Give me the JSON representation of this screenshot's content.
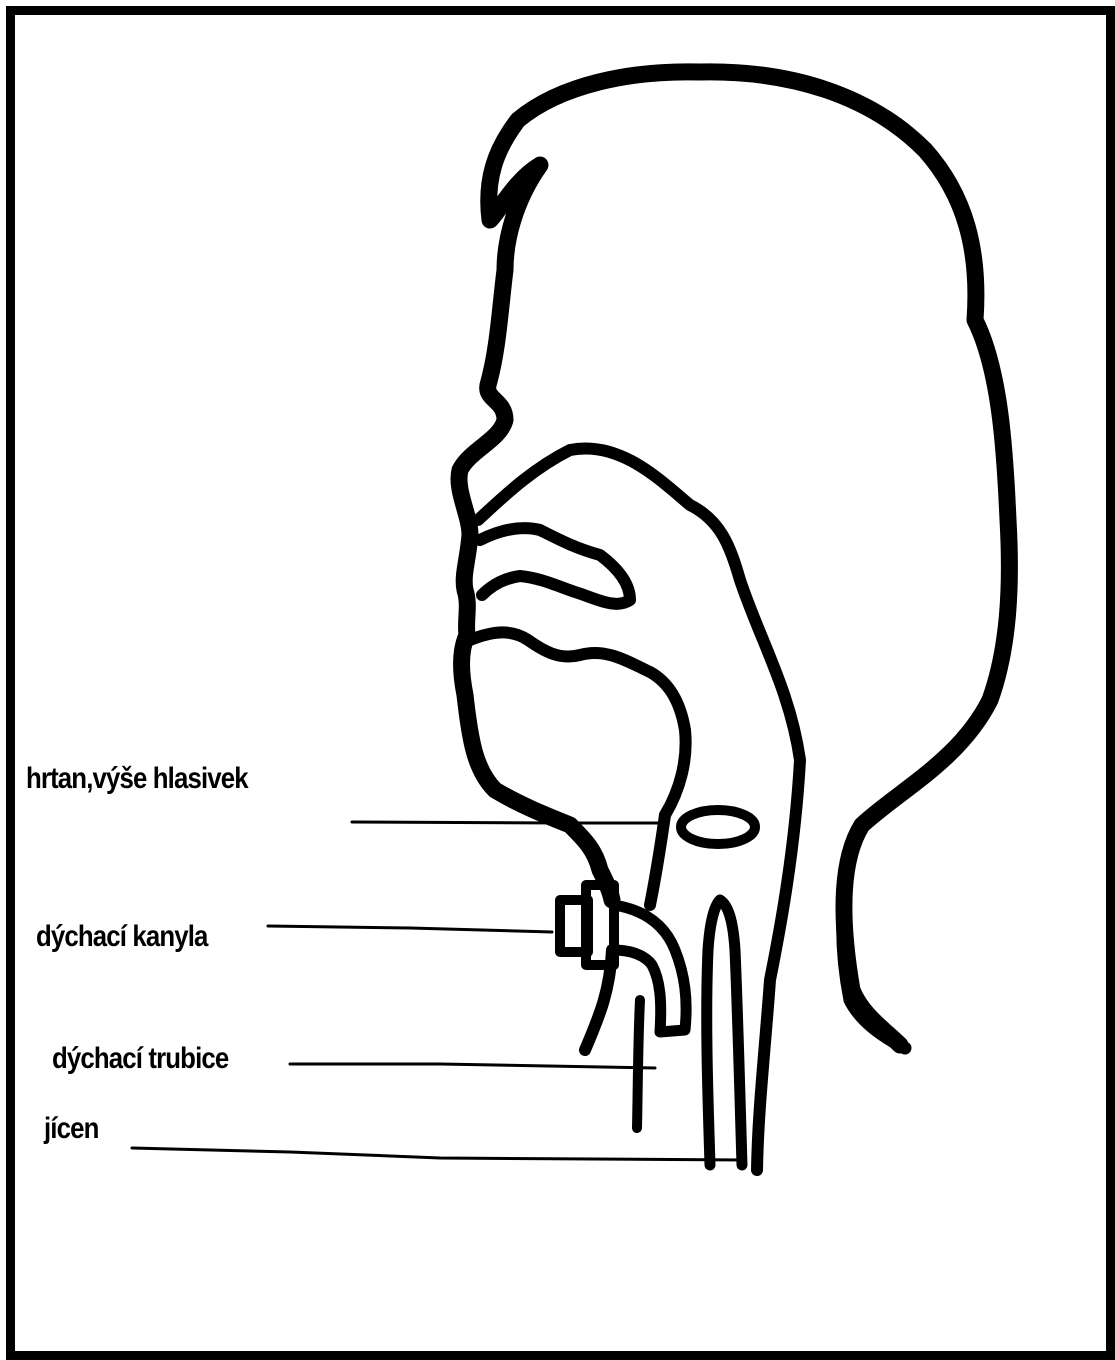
{
  "labels": {
    "larynx": "hrtan,výše hlasivek",
    "cannula": "dýchací kanyla",
    "trachea": "dýchací trubice",
    "esophagus": "jícen"
  },
  "colors": {
    "ink": "#000000",
    "background": "#ffffff"
  }
}
